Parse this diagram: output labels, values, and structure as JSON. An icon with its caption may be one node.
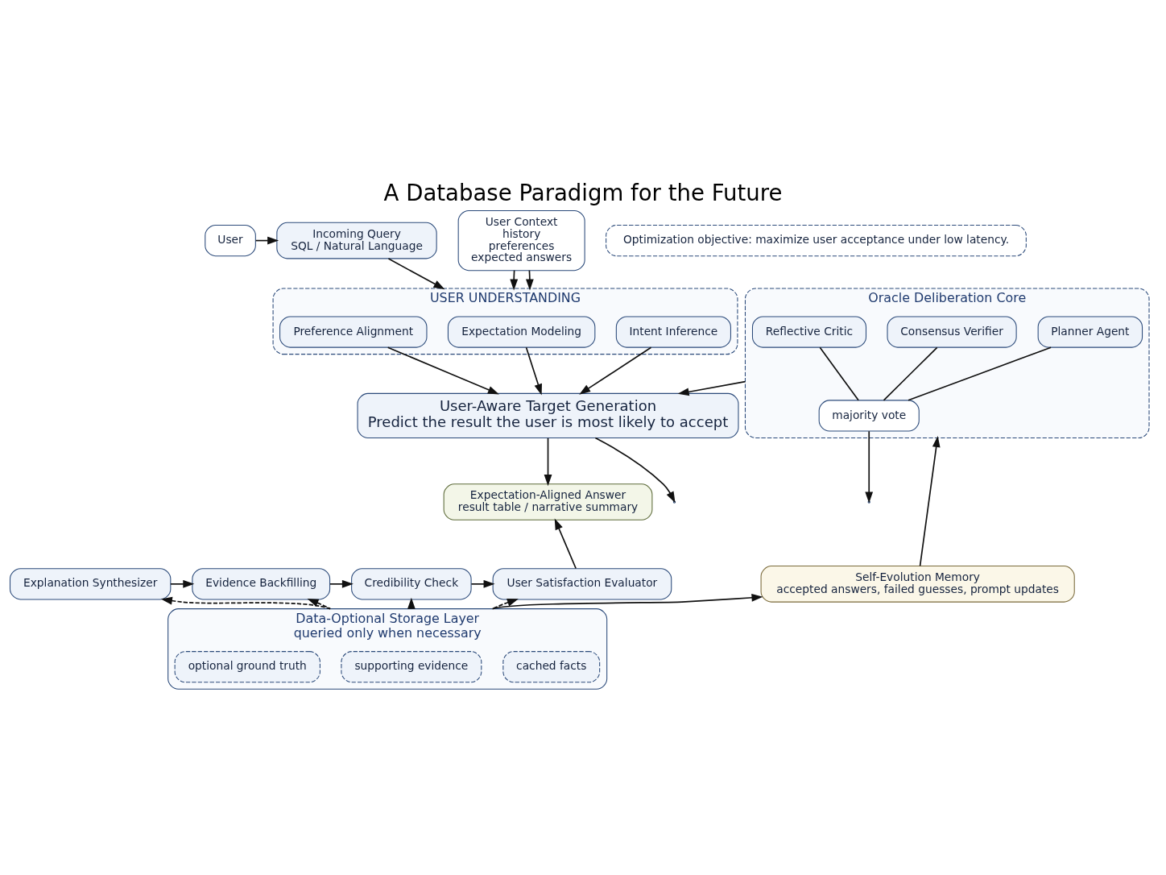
{
  "diagram": {
    "title": "A Database Paradigm for the Future",
    "nodes": [
      {
        "text": [
          "User"
        ]
      },
      {
        "text": [
          "Incoming Query",
          "SQL / Natural Language"
        ]
      },
      {
        "text": [
          "User Context",
          "history",
          "preferences",
          "expected answers"
        ]
      },
      {
        "text": [
          "USER UNDERSTANDING"
        ]
      },
      {
        "text": [
          "Intent Inference"
        ],
        "in": 3
      },
      {
        "text": [
          "Expectation Modeling"
        ],
        "in": 3
      },
      {
        "text": [
          "Preference Alignment"
        ],
        "in": 3
      },
      {
        "text": [
          "Oracle Deliberation Core"
        ]
      },
      {
        "text": [
          "Planner Agent"
        ],
        "in": 7
      },
      {
        "text": [
          "Reflective Critic"
        ],
        "in": 7
      },
      {
        "text": [
          "Consensus Verifier"
        ],
        "in": 7
      },
      {
        "text": [
          "majority vote"
        ],
        "in": 7
      },
      {
        "text": [
          "User-Aware Target Generation",
          "Predict the result the user is most likely to accept"
        ]
      },
      {
        "text": [
          "Expectation-Aligned Answer",
          "result table / narrative summary"
        ]
      },
      {
        "text": [
          "Explanation Synthesizer"
        ]
      },
      {
        "text": [
          "Evidence Backfilling"
        ]
      },
      {
        "text": [
          "Credibility Check"
        ]
      },
      {
        "text": [
          "User Satisfaction Evaluator"
        ]
      },
      {
        "text": [
          "Data-Optional Storage Layer",
          "queried only when necessary"
        ]
      },
      {
        "text": [
          "cached facts"
        ],
        "in": 18
      },
      {
        "text": [
          "supporting evidence"
        ],
        "in": 18
      },
      {
        "text": [
          "optional ground truth"
        ],
        "in": 18
      },
      {
        "text": [
          "Self-Evolution Memory",
          "accepted answers, failed guesses, prompt updates"
        ]
      },
      {
        "text": [
          "Optimization objective: maximize user acceptance under low latency."
        ]
      }
    ],
    "edges": [
      {
        "from": 0,
        "to": 1,
        "arrow": "to"
      },
      {
        "from": 1,
        "to": 3,
        "arrow": "to"
      },
      {
        "from": 2,
        "to": 3,
        "arrow": "to"
      },
      {
        "from": 2,
        "to": 3,
        "arrow": "to"
      },
      {
        "from": 4,
        "to": 12,
        "arrow": "to"
      },
      {
        "from": 5,
        "to": 12,
        "arrow": "to"
      },
      {
        "from": 6,
        "to": 12,
        "arrow": "to"
      },
      {
        "from": 8,
        "to": 11,
        "arrow": "none"
      },
      {
        "from": 9,
        "to": 11,
        "arrow": "none"
      },
      {
        "from": 10,
        "to": 11,
        "arrow": "none"
      },
      {
        "from": 11,
        "to": null,
        "arrow": "to"
      },
      {
        "from": 7,
        "to": 12,
        "arrow": "to"
      },
      {
        "from": 12,
        "to": 13,
        "arrow": "to"
      },
      {
        "from": 12,
        "to": null,
        "arrow": "to"
      },
      {
        "from": 14,
        "to": 15,
        "arrow": "to"
      },
      {
        "from": 15,
        "to": 16,
        "arrow": "to"
      },
      {
        "from": 16,
        "to": 17,
        "arrow": "to"
      },
      {
        "from": 17,
        "to": 13,
        "arrow": "to"
      },
      {
        "from": 18,
        "to": 14,
        "arrow": "to",
        "style": "dashed"
      },
      {
        "from": 18,
        "to": 15,
        "arrow": "to",
        "style": "dashed"
      },
      {
        "from": 18,
        "to": 16,
        "arrow": "to",
        "style": "dashed"
      },
      {
        "from": 18,
        "to": 17,
        "arrow": "to",
        "style": "dashed"
      },
      {
        "from": 18,
        "to": 22,
        "arrow": "to"
      },
      {
        "from": 22,
        "to": 7,
        "arrow": "to"
      }
    ]
  }
}
